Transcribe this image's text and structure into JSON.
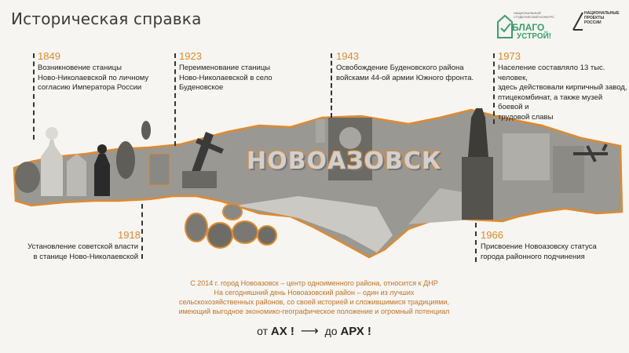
{
  "title": "Историческая справка",
  "logos": {
    "blago": {
      "small": "Национальный студенческий конкурс",
      "line1": "БЛАГО",
      "line2": "УСТРОЙ!"
    },
    "national_projects": {
      "line1": "Национальные",
      "line2": "проекты",
      "line3": "России"
    }
  },
  "sign_text": "НОВОАЗОВСК",
  "timeline": [
    {
      "year": "1849",
      "lines": [
        "Возникновение станицы",
        "Ново-Николаевской по личному",
        "согласию Императора России"
      ]
    },
    {
      "year": "1923",
      "lines": [
        "Переименование станицы",
        "Ново-Николаевской в село",
        "Буденовское"
      ]
    },
    {
      "year": "1943",
      "lines": [
        "Освобождение Буденовского района",
        "войсками 44-ой армии Южного фронта."
      ]
    },
    {
      "year": "1973",
      "lines": [
        "Население составляло 13 тыс. человек,",
        "здесь действовали кирпичный завод,",
        "птицекомбинат, а также музей боевой и",
        "трудовой славы"
      ]
    },
    {
      "year": "1918",
      "lines": [
        "Установление советской власти",
        "в станице Ново-Николаевской"
      ]
    },
    {
      "year": "1966",
      "lines": [
        "Присвоение Новоазовску статуса",
        "города районного подчинения"
      ]
    }
  ],
  "summary_lines": [
    "С 2014 г. город Новоазовск – центр одноименного района, относится к ДНР",
    "На сегодняшний день Новоазовский район – один из лучших",
    "сельскохозяйственных районов, со своей историей и сложившимися традициями,",
    "имеющий выгодное экономико-географическое положение и огромный потенциал"
  ],
  "slogan": {
    "from_word": "от",
    "from": "АХ !",
    "arrow": "⟶",
    "to_word": "до",
    "to": "АРХ !"
  },
  "colors": {
    "accent": "#e08a2c",
    "background": "#f6f5f1",
    "text": "#222222",
    "logo_green": "#3aa06a"
  }
}
